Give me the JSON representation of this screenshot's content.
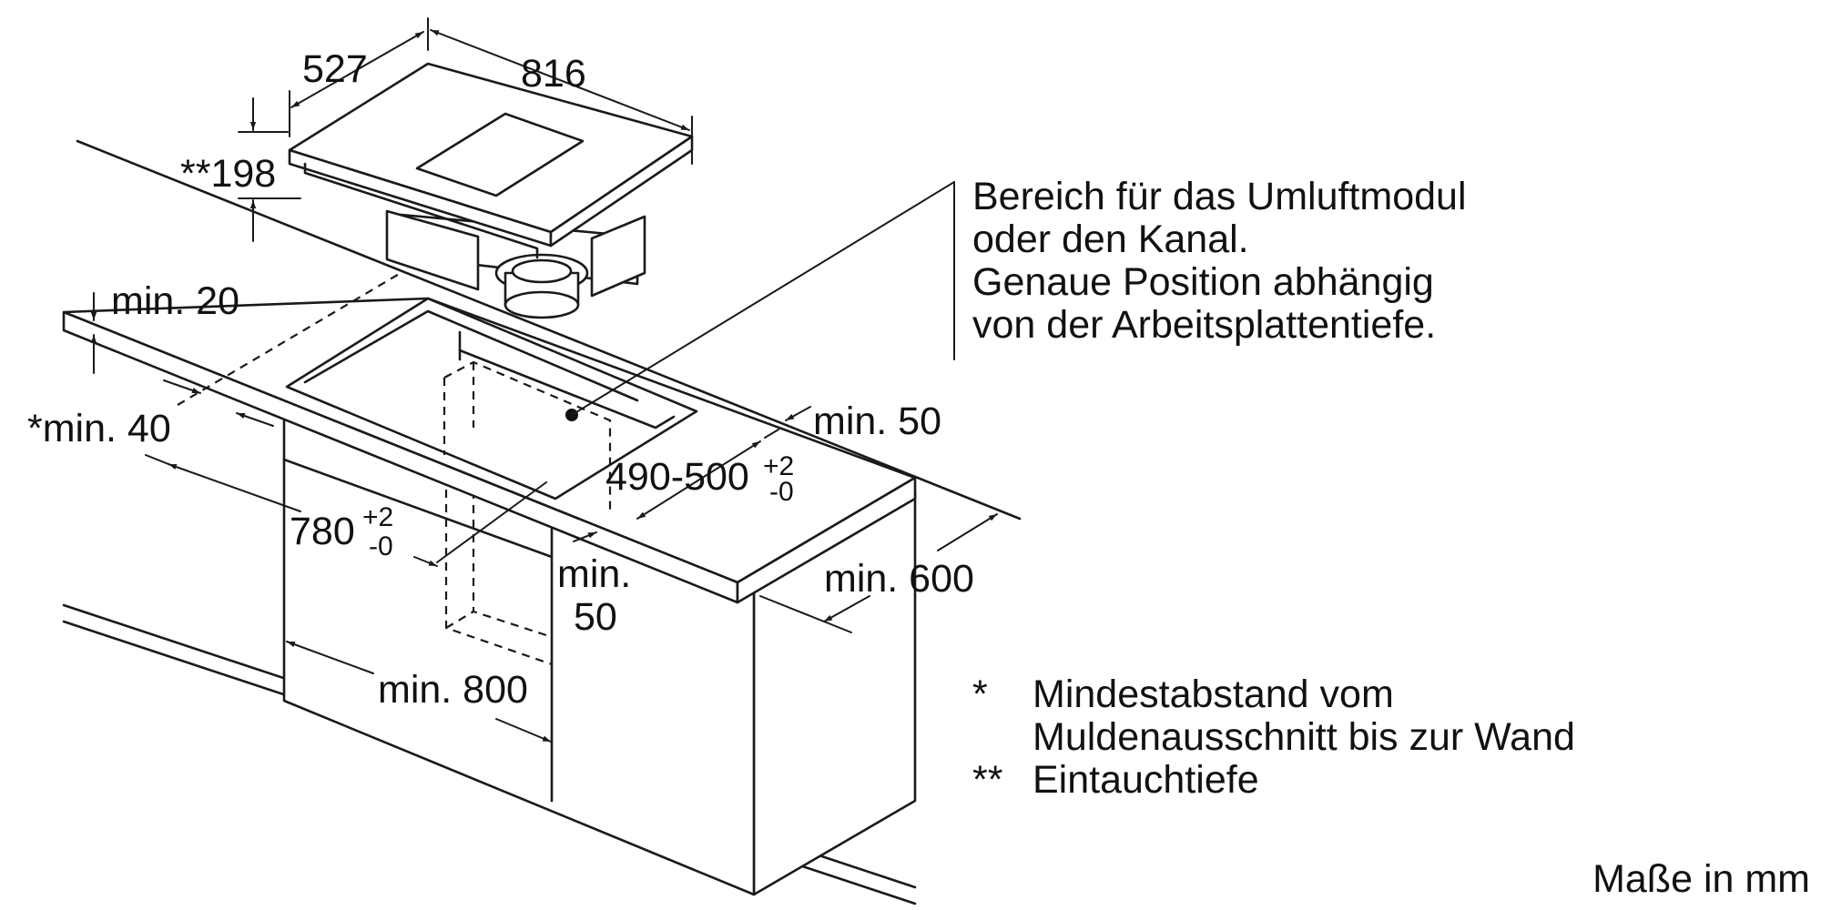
{
  "dimensions": {
    "hob_depth": "527",
    "hob_width": "816",
    "immersion_depth": "**198",
    "worktop_min": "min. 20",
    "wall_min": "*min. 40",
    "rear_clearance": "min. 50",
    "cutout_depth": "490-500",
    "cutout_depth_tol_upper": "+2",
    "cutout_depth_tol_lower": "-0",
    "cutout_width": "780",
    "cutout_width_tol_upper": "+2",
    "cutout_width_tol_lower": "-0",
    "side_clearance_line1": "min.",
    "side_clearance_line2": "50",
    "cabinet_depth": "min. 600",
    "cabinet_width": "min. 800"
  },
  "module_note": [
    "Bereich für das Umluftmodul",
    "oder den Kanal.",
    "Genaue Position abhängig",
    "von der Arbeitsplattentiefe."
  ],
  "footnotes": [
    {
      "mark": "*",
      "lines": [
        "Mindestabstand vom",
        "Muldenausschnitt bis zur Wand"
      ]
    },
    {
      "mark": "**",
      "lines": [
        "Eintauchtiefe"
      ]
    }
  ],
  "units_label": "Maße in mm"
}
